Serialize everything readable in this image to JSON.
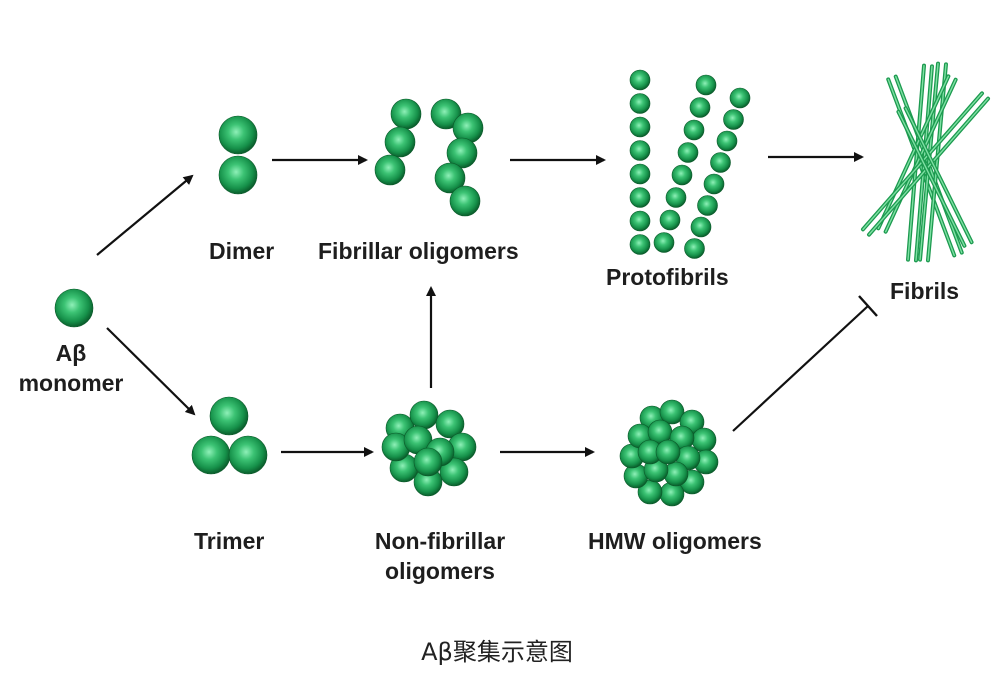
{
  "labels": {
    "monomer_line1": "Aβ",
    "monomer_line2": "monomer",
    "dimer": "Dimer",
    "fibrillar_oligomers": "Fibrillar oligomers",
    "protofibrils": "Protofibrils",
    "fibrils": "Fibrils",
    "trimer": "Trimer",
    "nonfibrillar_line1": "Non-fibrillar",
    "nonfibrillar_line2": "oligomers",
    "hmw_oligomers": "HMW oligomers"
  },
  "caption": "Aβ聚集示意图",
  "colors": {
    "sphere_light": "#7be3a6",
    "sphere_mid": "#1fa556",
    "sphere_dark": "#0c6a32",
    "fibril_dark": "#138a45",
    "fibril_light": "#6fd695",
    "arrow": "#111111"
  }
}
